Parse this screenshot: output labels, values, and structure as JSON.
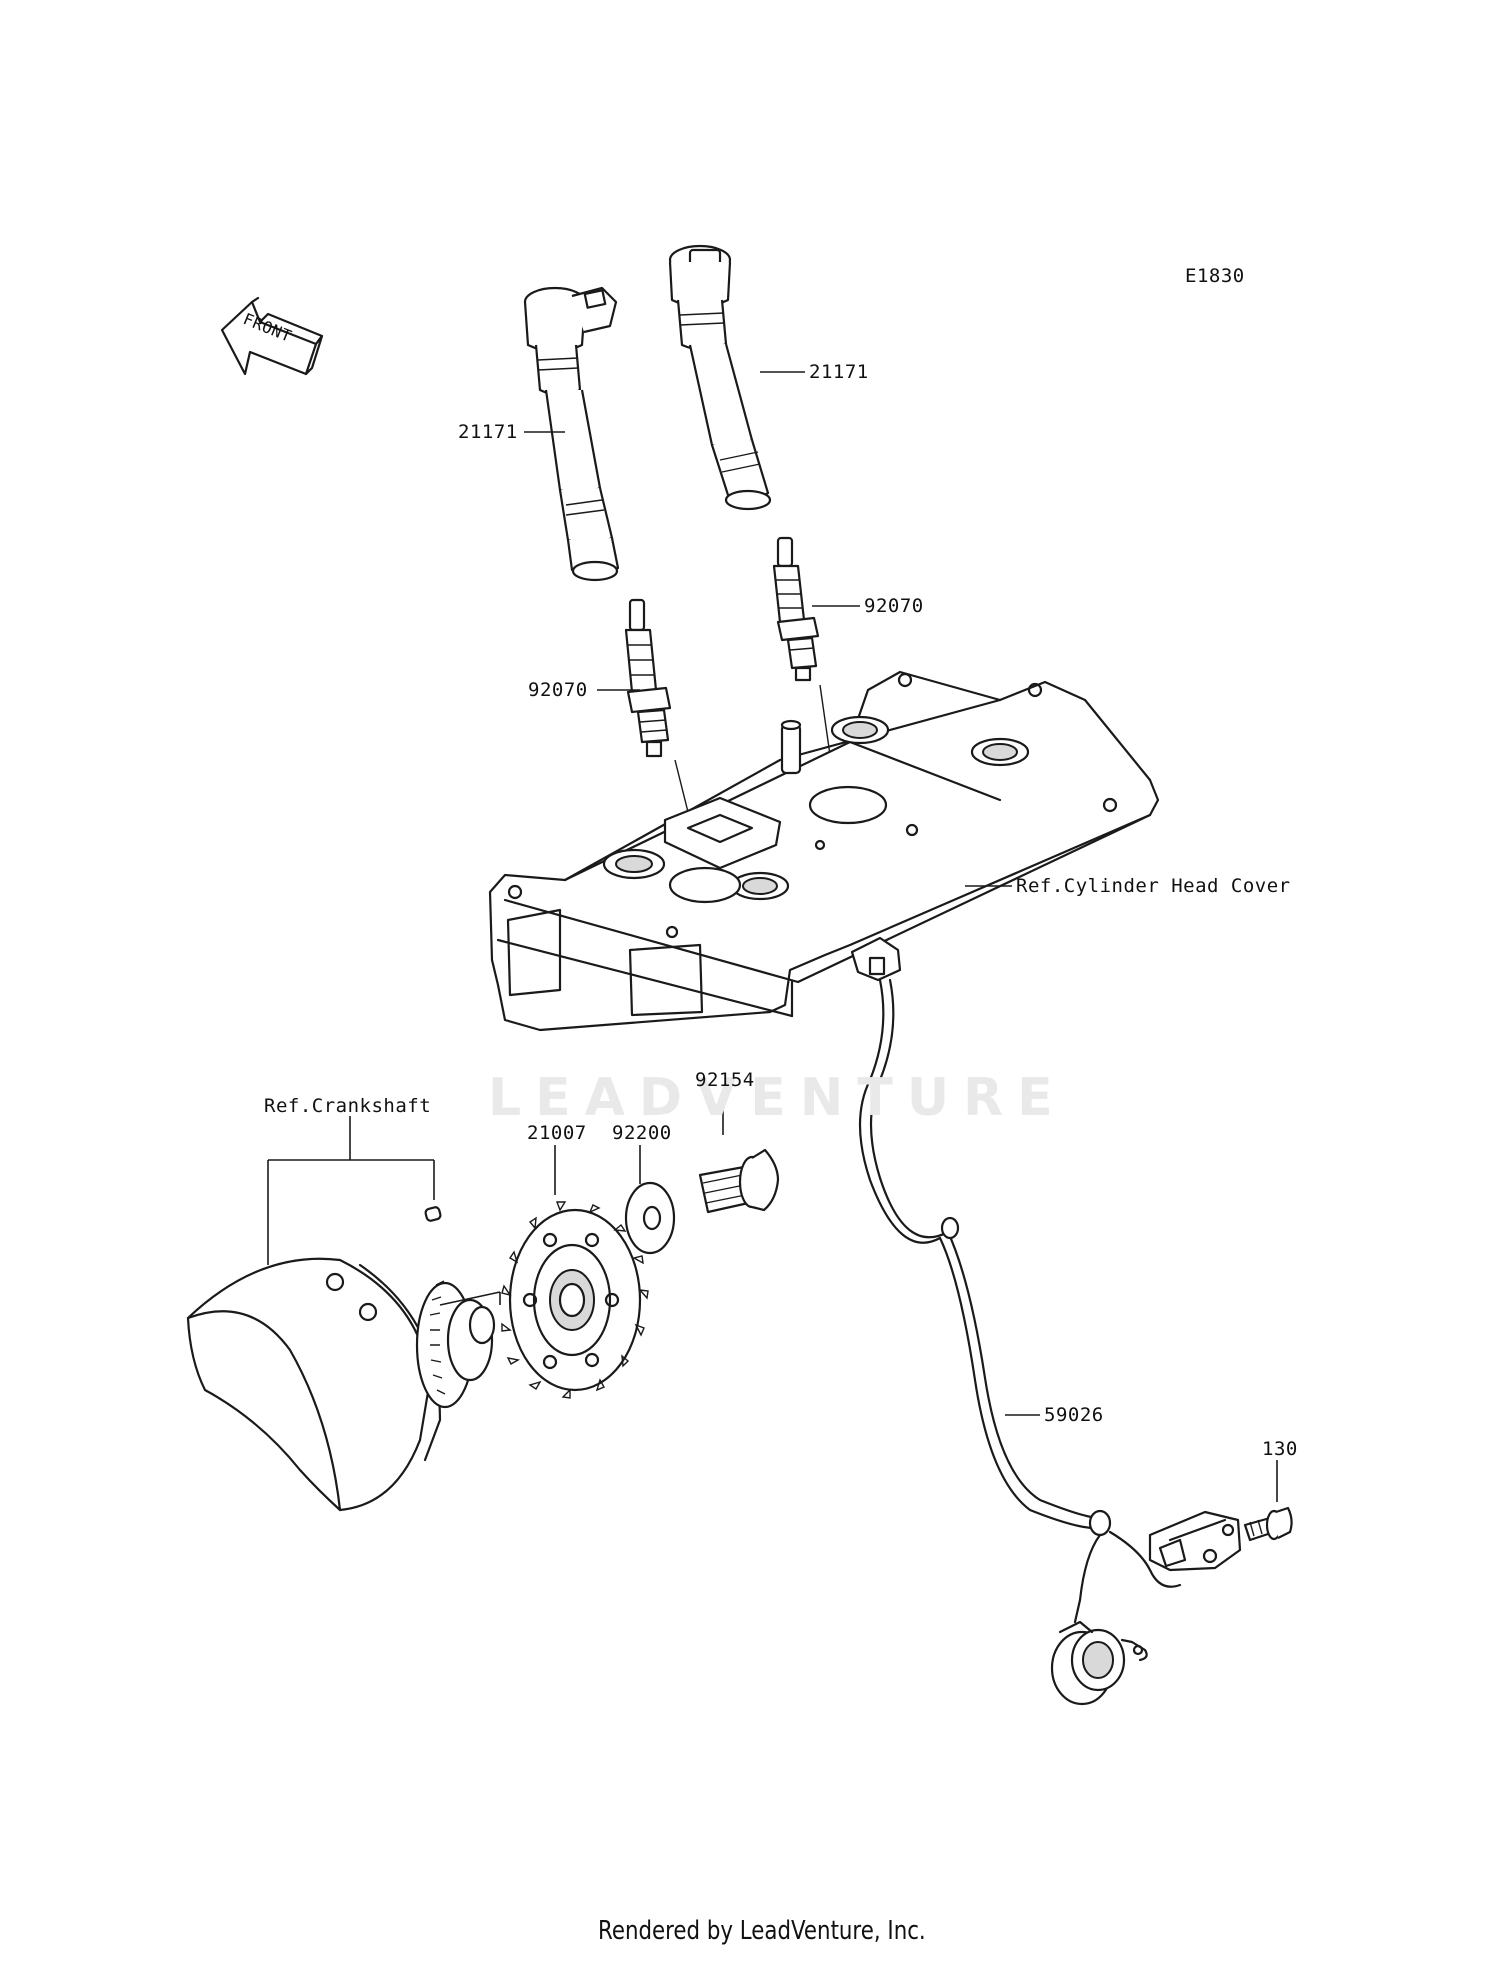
{
  "diagram_code": "E1830",
  "front_arrow_label": "FRONT",
  "watermark": "LEADVENTURE",
  "footer": "Rendered by LeadVenture, Inc.",
  "parts": {
    "ignition_coil_left": "21171",
    "ignition_coil_right": "21171",
    "spark_plug_left": "92070",
    "spark_plug_right": "92070",
    "cylinder_head_cover_ref": "Ref.Cylinder Head Cover",
    "crankshaft_ref": "Ref.Crankshaft",
    "timing_rotor": "21007",
    "washer": "92200",
    "bolt": "92154",
    "crankshaft_sensor_lead": "59026",
    "sensor_bolt": "130"
  }
}
